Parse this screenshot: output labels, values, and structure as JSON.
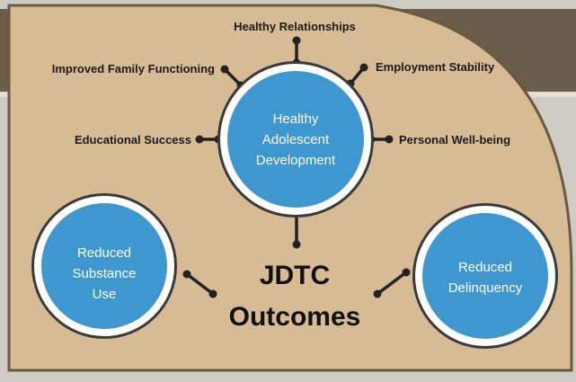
{
  "diagram": {
    "center": {
      "line1": "JDTC",
      "line2": "Outcomes"
    },
    "hub": {
      "lines": [
        "Healthy",
        "Adolescent",
        "Development"
      ]
    },
    "left_circle": {
      "lines": [
        "Reduced",
        "Substance",
        "Use"
      ]
    },
    "right_circle": {
      "lines": [
        "Reduced",
        "Delinquency"
      ]
    },
    "spokes": {
      "top": "Healthy Relationships",
      "upper_left": "Improved Family Functioning",
      "upper_right": "Employment Stability",
      "left": "Educational Success",
      "right": "Personal Well-being"
    }
  },
  "colors": {
    "panel": "#d7bb95",
    "panel_border": "#6b5a40",
    "circle_fill": "#3f97cf",
    "circle_ring": "#ffffff",
    "circle_outline": "#3a3a3a",
    "background": "#d9d6cf",
    "strip": "#6a5d49"
  }
}
